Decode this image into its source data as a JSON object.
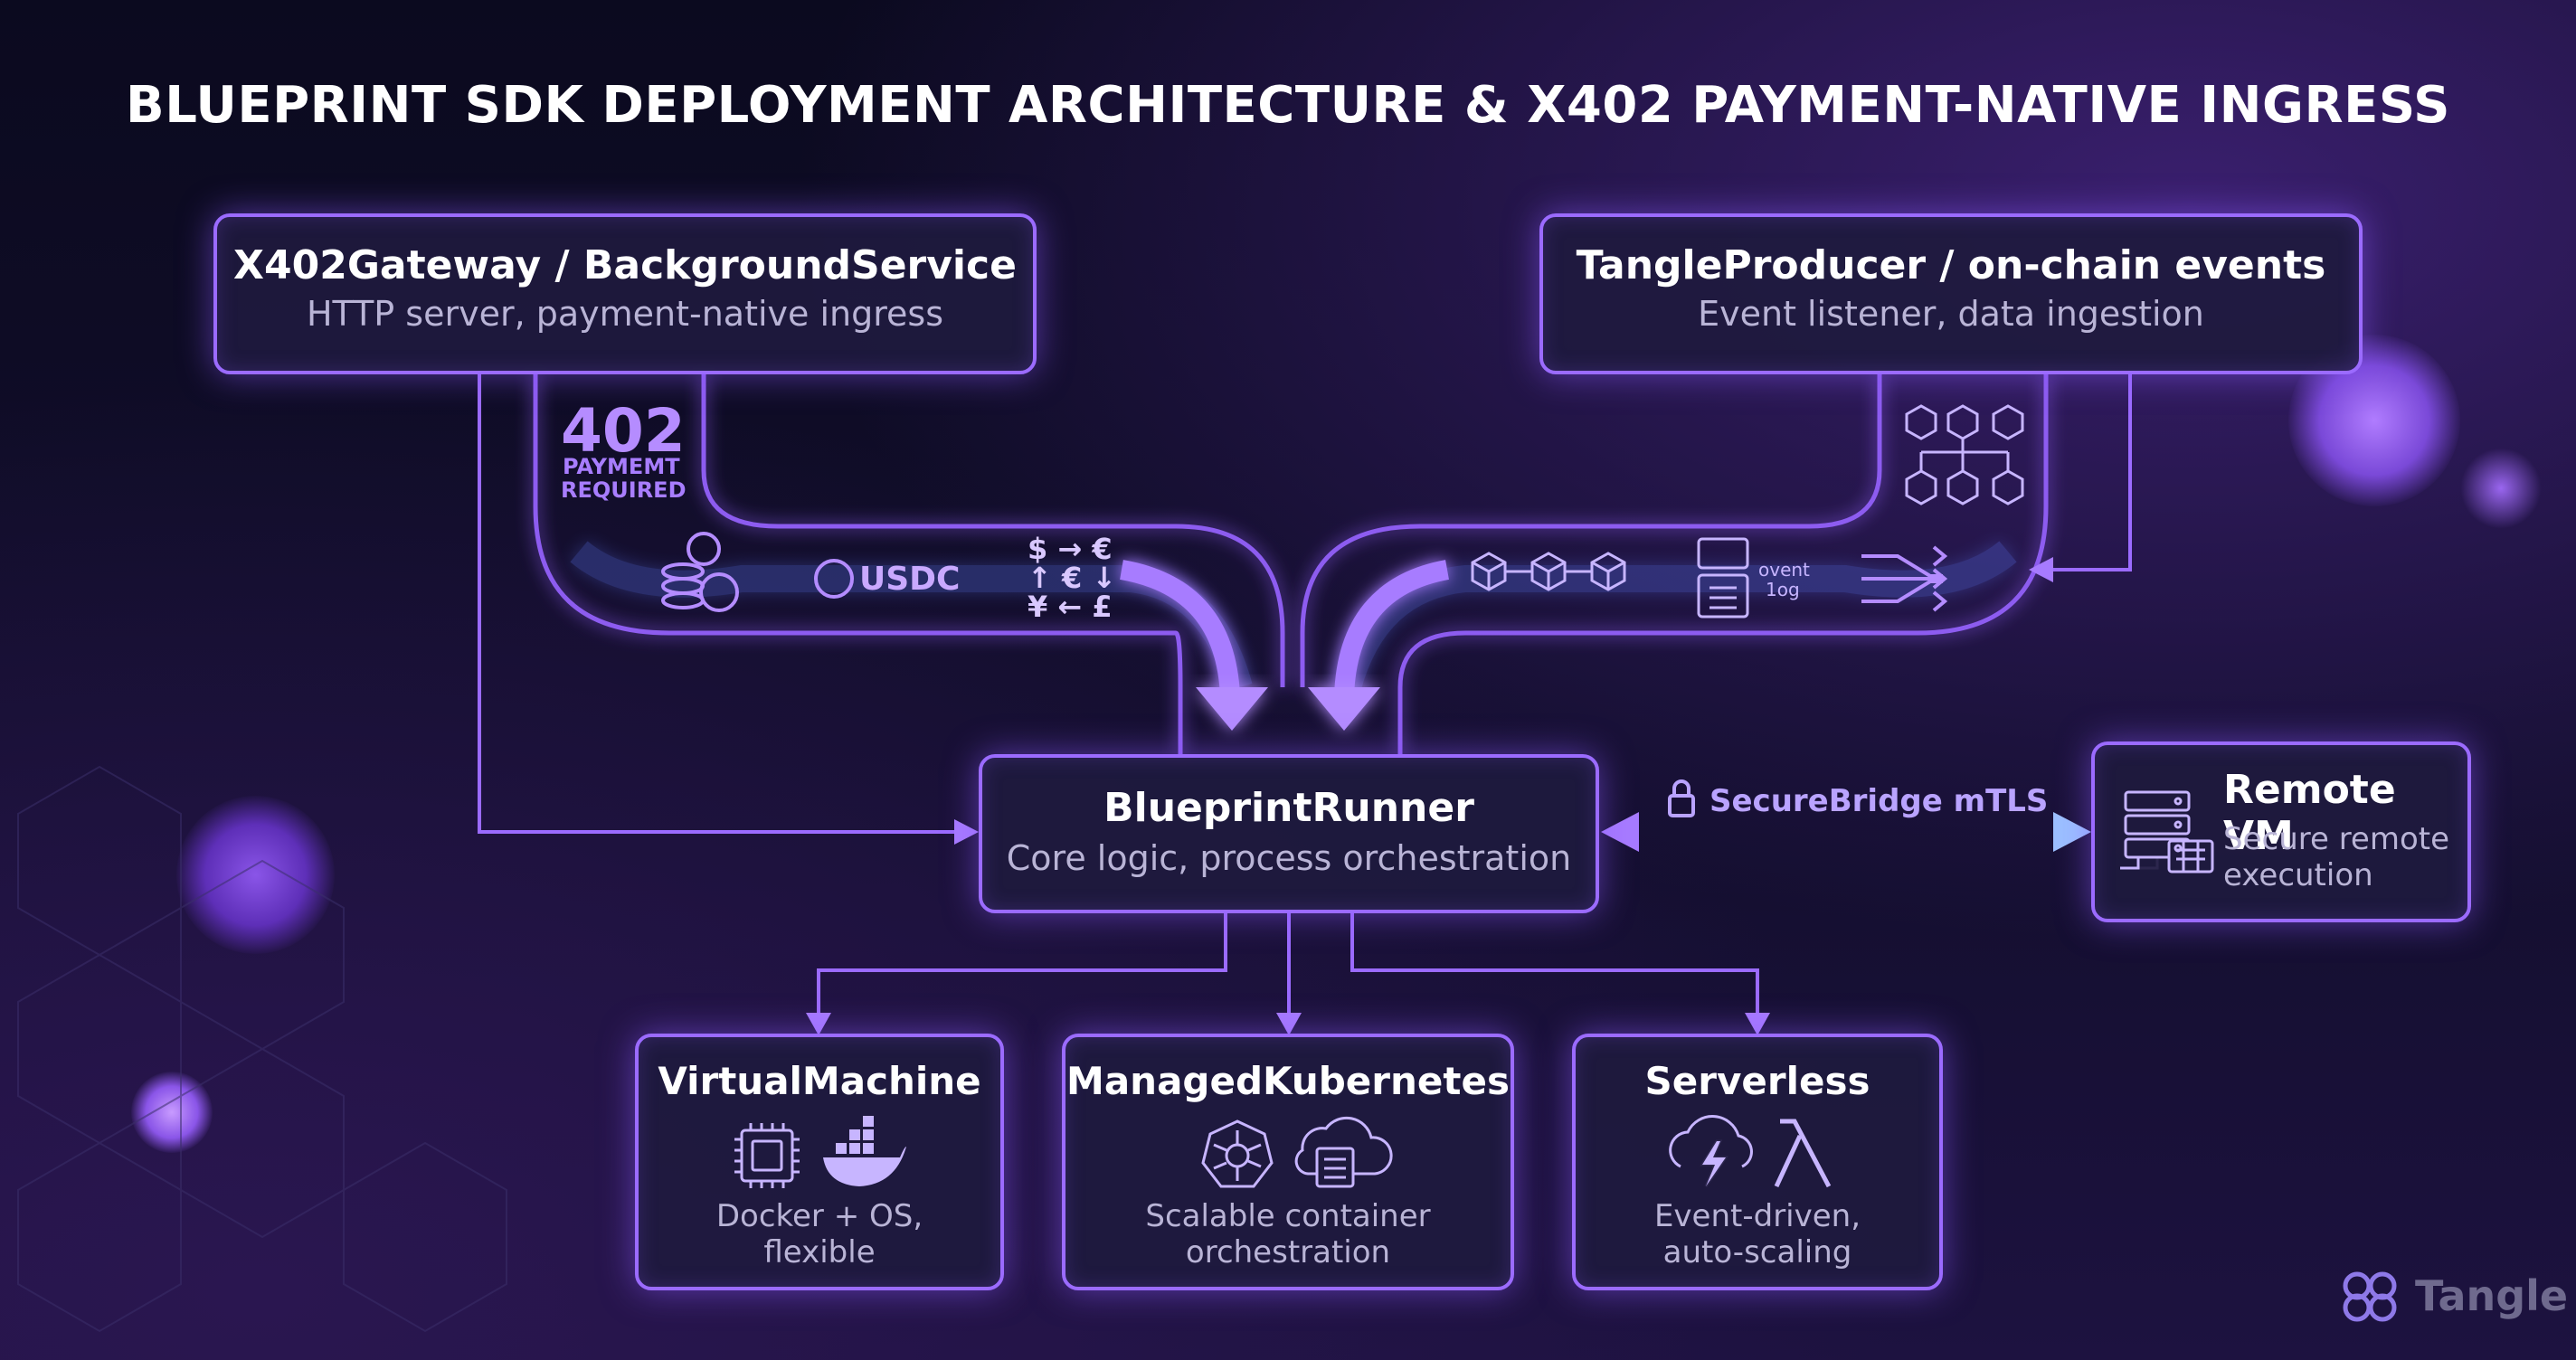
{
  "title": "BLUEPRINT SDK DEPLOYMENT ARCHITECTURE & X402 PAYMENT-NATIVE INGRESS",
  "nodes": {
    "gateway": {
      "title": "X402Gateway / BackgroundService",
      "subtitle": "HTTP server, payment-native ingress"
    },
    "producer": {
      "title": "TangleProducer / on-chain events",
      "subtitle": "Event listener, data ingestion"
    },
    "runner": {
      "title": "BlueprintRunner",
      "subtitle": "Core logic, process orchestration"
    },
    "remote": {
      "title": "Remote VM",
      "subtitle_line1": "Secure remote",
      "subtitle_line2": "execution"
    },
    "vm": {
      "title": "VirtualMachine",
      "subtitle_line1": "Docker + OS,",
      "subtitle_line2": "flexible"
    },
    "k8s": {
      "title": "ManagedKubernetes",
      "subtitle_line1": "Scalable container",
      "subtitle_line2": "orchestration"
    },
    "serverless": {
      "title": "Serverless",
      "subtitle_line1": "Event-driven,",
      "subtitle_line2": "auto-scaling"
    }
  },
  "payment_flow": {
    "code": "402",
    "code_line1": "PAYMEMT",
    "code_line2": "REQUIRED",
    "token": "USDC",
    "fx_line1": "$ → €",
    "fx_line2": "↑ € ↓",
    "fx_line3": "¥ ← £"
  },
  "event_flow": {
    "log_line1": "ovent",
    "log_line2": "1og"
  },
  "bridge_label": "SecureBridge mTLS",
  "logo": "Tangle",
  "colors": {
    "accent": "#9b6bff",
    "background": "#0b0a1f",
    "bridge": "#8fb0ff"
  },
  "icons": [
    "coins-icon",
    "usdc-icon",
    "blockchain-icon",
    "event-log-icon",
    "shuffle-icon",
    "lock-icon",
    "server-rack-icon",
    "cpu-chip-icon",
    "docker-whale-icon",
    "kubernetes-helm-icon",
    "cloud-server-icon",
    "cloud-lightning-icon",
    "lambda-icon",
    "tangle-logo-icon"
  ]
}
